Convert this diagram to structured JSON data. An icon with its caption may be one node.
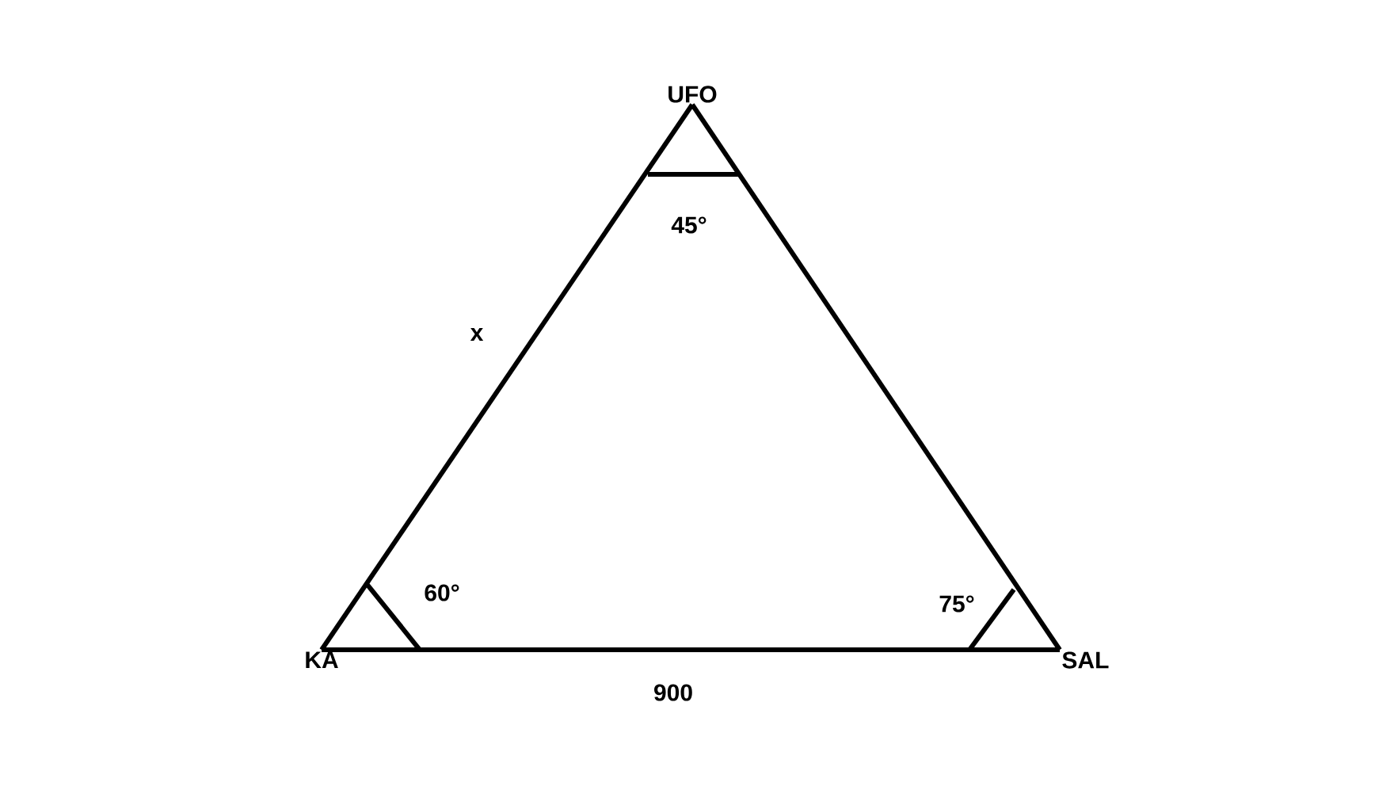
{
  "diagram": {
    "nodes": [
      {
        "text": [
          "UFO"
        ]
      },
      {
        "text": [
          "KA"
        ]
      },
      {
        "text": [
          "SAL"
        ]
      }
    ],
    "labels": [
      "45°",
      "60°",
      "75°"
    ],
    "edges": [
      {
        "from": 0,
        "to": 1,
        "arrow": "none",
        "label": "x"
      },
      {
        "from": 0,
        "to": 2,
        "arrow": "none"
      },
      {
        "from": 1,
        "to": 2,
        "arrow": "none",
        "label": "900"
      }
    ]
  }
}
